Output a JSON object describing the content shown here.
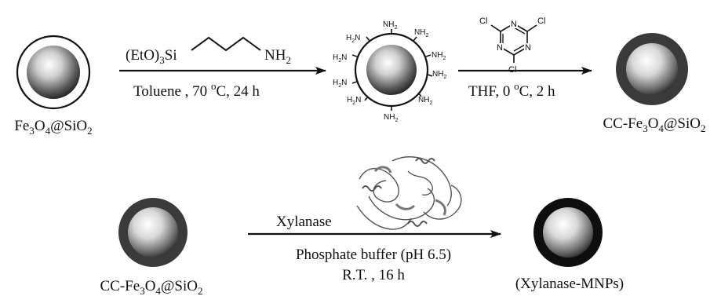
{
  "step1": {
    "reactant_label": [
      "Fe",
      "3",
      "O",
      "4",
      "@SiO",
      "2"
    ],
    "reagent": [
      "(EtO)",
      "3",
      "Si",
      "NH",
      "2"
    ],
    "conditions": [
      "Toluene , 70 ",
      "o",
      "C, 24 h"
    ],
    "amine_group": [
      "H",
      "2",
      "N"
    ],
    "amine_group_right": [
      "NH",
      "2"
    ]
  },
  "step2": {
    "reagent_atoms": {
      "cl": "Cl",
      "n": "N"
    },
    "conditions": [
      "THF, 0 ",
      "o",
      "C, 2 h"
    ],
    "product_label": [
      "CC-Fe",
      "3",
      "O",
      "4",
      "@SiO",
      "2"
    ]
  },
  "step3": {
    "reactant_label": [
      "CC-Fe",
      "3",
      "O",
      "4",
      "@SiO",
      "2"
    ],
    "reagent": "Xylanase",
    "conditions_line1": "Phosphate buffer (pH 6.5)",
    "conditions_line2": "R.T. , 16 h",
    "product_label": "(Xylanase-MNPs)"
  },
  "colors": {
    "ink": "#111111",
    "sphere_light": "#ffffff",
    "sphere_dark": "#222222",
    "shell": "#3a3a3a"
  }
}
